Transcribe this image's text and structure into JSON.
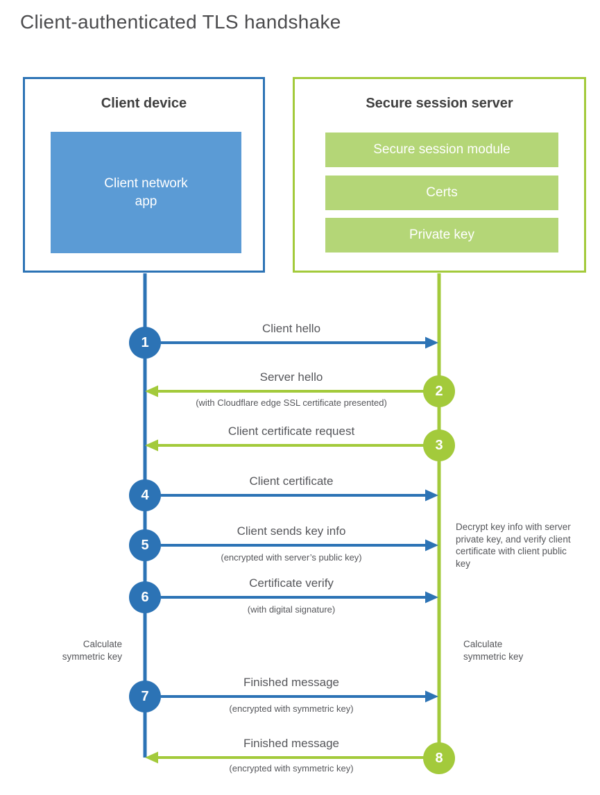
{
  "title": "Client-authenticated TLS handshake",
  "colors": {
    "client_blue": "#2c73b5",
    "client_fill_blue": "#5b9bd5",
    "server_green": "#a3ca3b",
    "server_fill_green": "#b4d677",
    "heading_text": "#3f3f3f",
    "label_text": "#55565a"
  },
  "client_box": {
    "title": "Client device",
    "app_label": "Client network app"
  },
  "server_box": {
    "title": "Secure session server",
    "modules": [
      "Secure session module",
      "Certs",
      "Private key"
    ]
  },
  "steps": [
    {
      "num": "1",
      "from": "client",
      "direction": "right",
      "label": "Client hello",
      "sublabel": ""
    },
    {
      "num": "2",
      "from": "server",
      "direction": "left",
      "label": "Server hello",
      "sublabel": "(with Cloudflare edge SSL certificate presented)"
    },
    {
      "num": "3",
      "from": "server",
      "direction": "left",
      "label": "Client certificate request",
      "sublabel": ""
    },
    {
      "num": "4",
      "from": "client",
      "direction": "right",
      "label": "Client certificate",
      "sublabel": ""
    },
    {
      "num": "5",
      "from": "client",
      "direction": "right",
      "label": "Client sends key info",
      "sublabel": "(encrypted with server’s public key)"
    },
    {
      "num": "6",
      "from": "client",
      "direction": "right",
      "label": "Certificate verify",
      "sublabel": "(with digital signature)"
    },
    {
      "num": "7",
      "from": "client",
      "direction": "right",
      "label": "Finished message",
      "sublabel": "(encrypted with symmetric key)"
    },
    {
      "num": "8",
      "from": "server",
      "direction": "left",
      "label": "Finished message",
      "sublabel": "(encrypted with symmetric key)"
    }
  ],
  "annotations": {
    "server_note": "Decrypt key info with server private key, and verify client certificate with client public key",
    "calc_left": "Calculate symmetric key",
    "calc_right": "Calculate symmetric key"
  }
}
